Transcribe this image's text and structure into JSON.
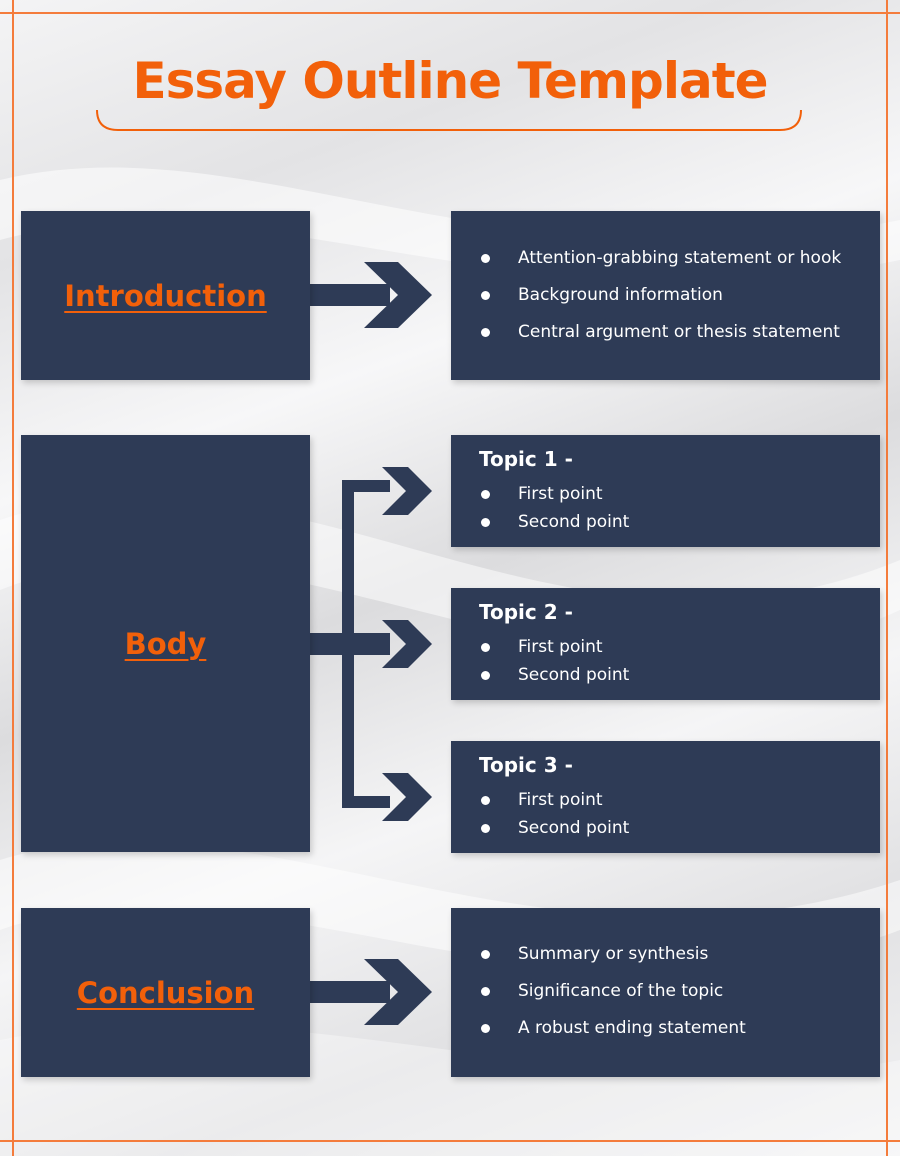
{
  "title": "Essay Outline Template",
  "colors": {
    "accent": "#f2600a",
    "box": "#2e3b56",
    "frame": "#f47c3c",
    "text": "#ffffff"
  },
  "sections": {
    "introduction": {
      "label": "Introduction",
      "items": [
        "Attention-grabbing statement or hook",
        "Background information",
        "Central argument or thesis statement"
      ]
    },
    "body": {
      "label": "Body",
      "topics": [
        {
          "title": "Topic 1 -",
          "items": [
            "First point",
            "Second point"
          ]
        },
        {
          "title": "Topic 2 -",
          "items": [
            "First point",
            "Second point"
          ]
        },
        {
          "title": "Topic 3 -",
          "items": [
            "First point",
            "Second point"
          ]
        }
      ]
    },
    "conclusion": {
      "label": "Conclusion",
      "items": [
        "Summary or synthesis",
        "Significance of the topic",
        "A robust ending statement"
      ]
    }
  }
}
